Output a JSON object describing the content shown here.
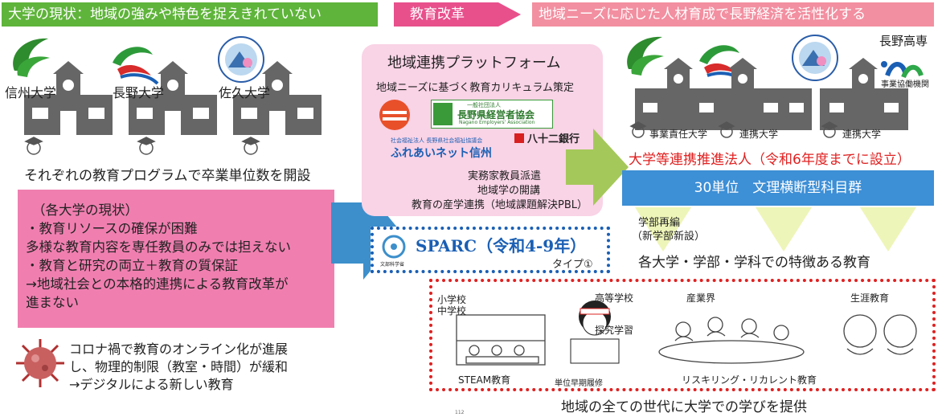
{
  "header": {
    "left": "大学の現状：地域の強みや特色を捉えきれていない",
    "middle": "教育改革",
    "right": "地域ニーズに応じた人材育成で長野経済を活性化する"
  },
  "left": {
    "universities": [
      "信州大学",
      "長野大学",
      "佐久大学"
    ],
    "program_text": "それぞれの教育プログラムで卒業単位数を開設",
    "current_state": [
      "（各大学の現状）",
      "・教育リソースの確保が困難",
      "多様な教育内容を専任教員のみでは担えない",
      "・教育と研究の両立＋教育の質保証",
      "→地域社会との本格的連携による教育改革が",
      "進まない"
    ],
    "covid_lines": [
      "コロナ禍で教育のオンライン化が進展",
      "し、物理的制限（教室・時間）が緩和",
      "→デジタルによる新しい教育"
    ]
  },
  "platform": {
    "title": "地域連携プラットフォーム",
    "subtitle": "地域ニーズに基づく教育カリキュラム策定",
    "org_keieisha": {
      "small": "一般社団法人",
      "name": "長野県経営者協会",
      "en": "Nagano Employers' Association"
    },
    "org_fureai": {
      "small": "社会福祉法人 長野県社会福祉協議会",
      "name": "ふれあいネット信州"
    },
    "org_bank": "八十二銀行",
    "lines": [
      "実務家教員派遣",
      "地域学の開講",
      "教育の産学連携（地域課題解決PBL）"
    ]
  },
  "sparc": {
    "title": "SPARC（令和4-9年）",
    "type": "タイプ①",
    "logo_caption": "文部科学省"
  },
  "right": {
    "nagano_kosen": "長野高専",
    "kosen_org": "事業協働機関",
    "univ_labels": [
      "事業責任大学",
      "連携大学",
      "連携大学"
    ],
    "corp_line": "大学等連携推進法人（令和6年度までに設立）",
    "credits": "30単位　文理横断型科目群",
    "faculty_line1": "学部再編",
    "faculty_line2": "（新学部新設）",
    "features": "各大学・学部・学科での特徴ある教育",
    "learning": {
      "elem_line1": "小学校",
      "elem_line2": "中学校",
      "steam": "STEAM教育",
      "high": "高等学校",
      "inquiry": "探究学習",
      "credit_early": "単位早期履修",
      "industry": "産業界",
      "reskill": "リスキリング・リカレント教育",
      "lifelong": "生涯教育"
    },
    "bottom": "地域の全ての世代に大学での学びを提供"
  },
  "page_number": "112",
  "colors": {
    "green": "#5fb43b",
    "pink_header": "#f28fa0",
    "magenta_arrow": "#e8508c",
    "pink_box": "#f07fb0",
    "platform_bg": "#f9d3e6",
    "blue_arrow": "#3c8fcb",
    "green_arrow": "#a5c85a",
    "credits_blue": "#3d8fd6",
    "red": "#e02020",
    "sparc_blue": "#1a5fb4"
  },
  "icons": {
    "covid": "coronavirus-icon",
    "school": "school-building-icon",
    "student": "graduate-student-icon"
  }
}
